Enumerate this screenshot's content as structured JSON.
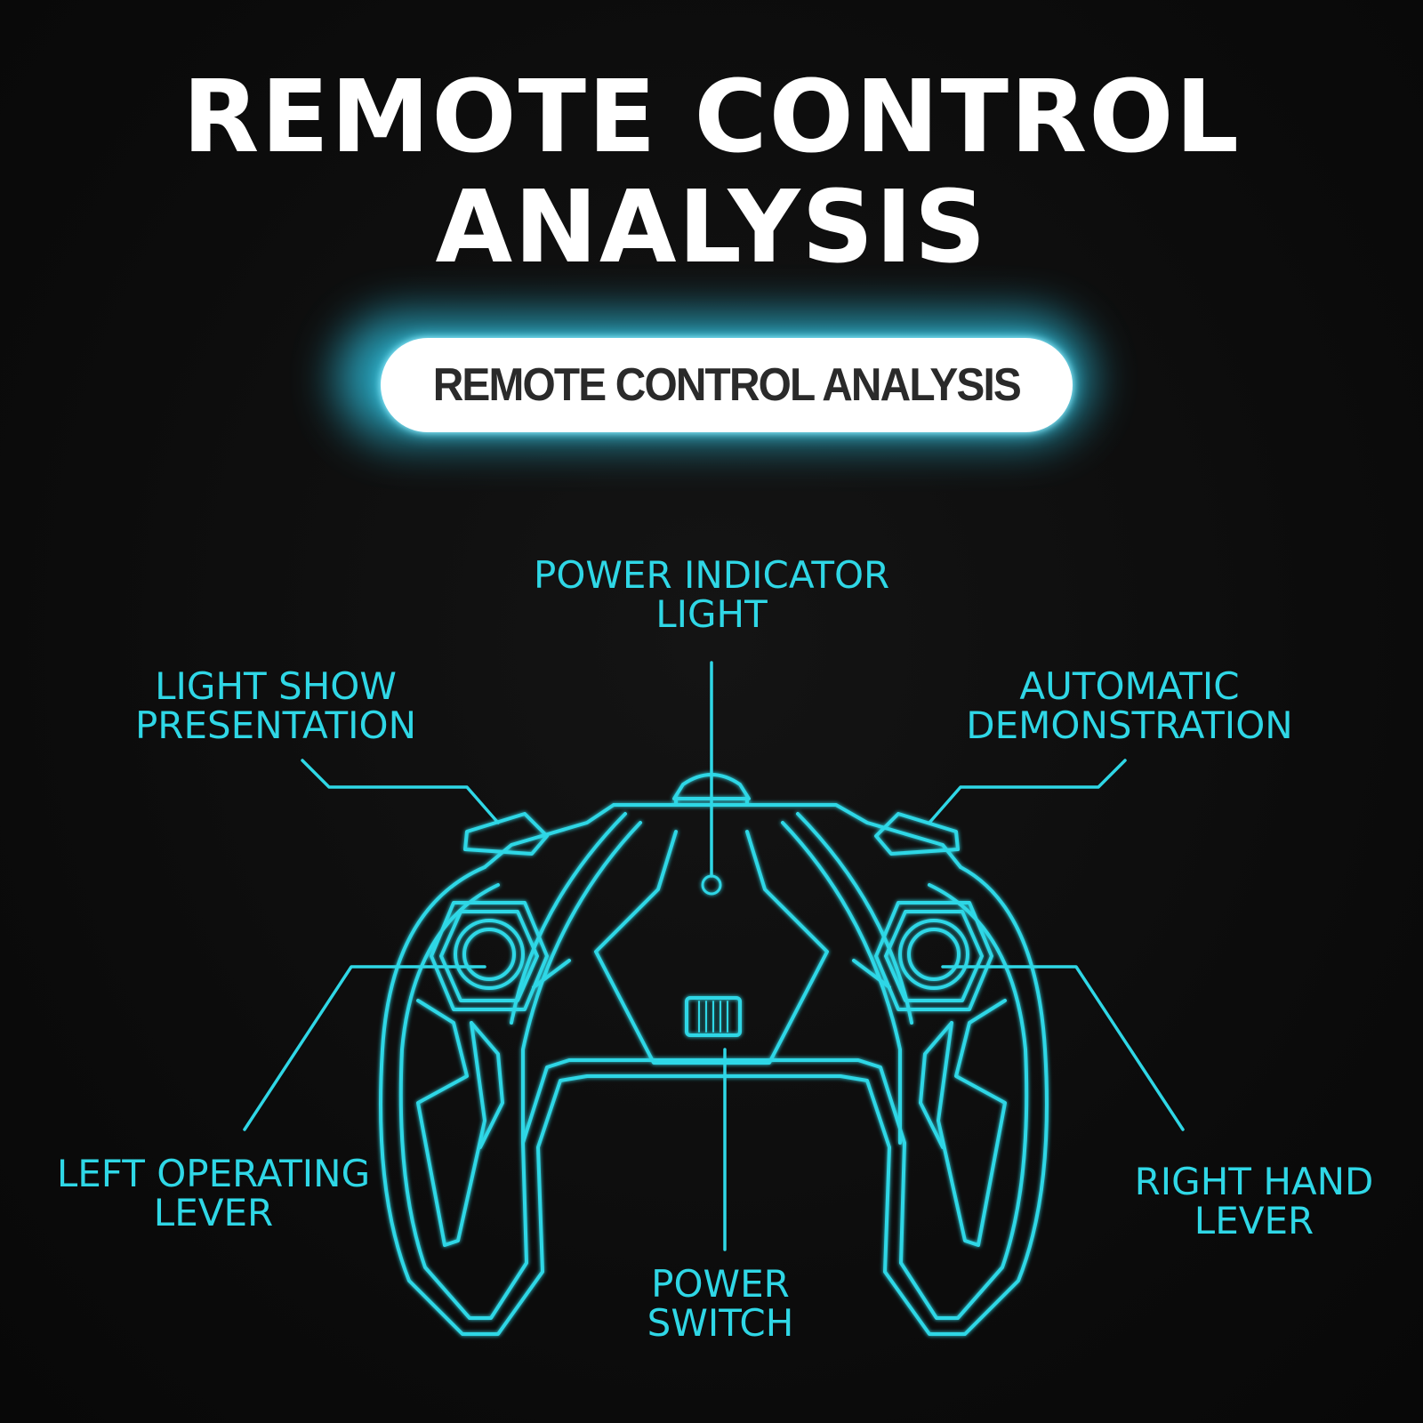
{
  "title": {
    "line1": "REMOTE CONTROL",
    "line2": "ANALYSIS"
  },
  "banner": {
    "text": "REMOTE CONTROL ANALYSIS"
  },
  "labels": {
    "power_indicator": {
      "line1": "POWER INDICATOR",
      "line2": "LIGHT"
    },
    "light_show": {
      "line1": "LIGHT SHOW",
      "line2": "PRESENTATION"
    },
    "auto_demo": {
      "line1": "AUTOMATIC",
      "line2": "DEMONSTRATION"
    },
    "left_lever": {
      "line1": "LEFT OPERATING",
      "line2": "LEVER"
    },
    "right_lever": {
      "line1": "RIGHT HAND",
      "line2": "LEVER"
    },
    "power_switch": {
      "line1": "POWER",
      "line2": "SWITCH"
    }
  },
  "colors": {
    "background": "#0b0b0b",
    "accent": "#2fd7e6",
    "title": "#ffffff",
    "banner_text": "#2a2a2a"
  }
}
